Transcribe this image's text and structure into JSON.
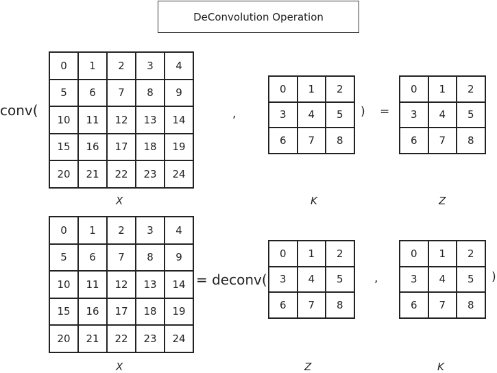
{
  "title": "DeConvolution Operation",
  "row1": {
    "prefix": "conv(",
    "comma": ",",
    "close_paren": ")",
    "equals": "=",
    "X": [
      0,
      1,
      2,
      3,
      4,
      5,
      6,
      7,
      8,
      9,
      10,
      11,
      12,
      13,
      14,
      15,
      16,
      17,
      18,
      19,
      20,
      21,
      22,
      23,
      24
    ],
    "K": [
      0,
      1,
      2,
      3,
      4,
      5,
      6,
      7,
      8
    ],
    "Z": [
      0,
      1,
      2,
      3,
      4,
      5,
      6,
      7,
      8
    ],
    "label_X": "X",
    "label_K": "K",
    "label_Z": "Z"
  },
  "row2": {
    "equals_deconv": "= deconv(",
    "comma": ",",
    "close_paren": ")",
    "X": [
      0,
      1,
      2,
      3,
      4,
      5,
      6,
      7,
      8,
      9,
      10,
      11,
      12,
      13,
      14,
      15,
      16,
      17,
      18,
      19,
      20,
      21,
      22,
      23,
      24
    ],
    "Z": [
      0,
      1,
      2,
      3,
      4,
      5,
      6,
      7,
      8
    ],
    "K": [
      0,
      1,
      2,
      3,
      4,
      5,
      6,
      7,
      8
    ],
    "label_X": "X",
    "label_Z": "Z",
    "label_K": "K"
  }
}
